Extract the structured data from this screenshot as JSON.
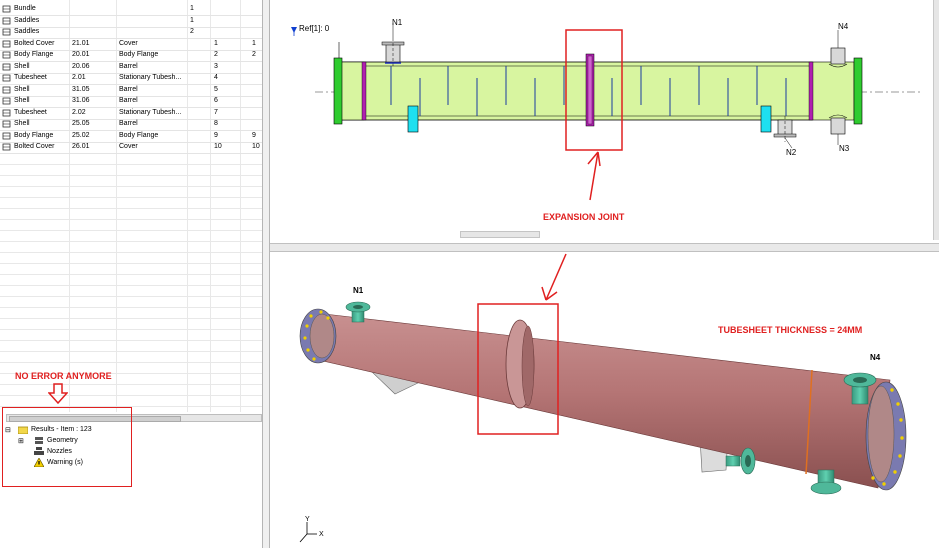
{
  "grid_rows": [
    {
      "icon": "bundle-icon",
      "name": "Bundle",
      "ref": "",
      "type": "",
      "a": "1",
      "b": "",
      "c": ""
    },
    {
      "icon": "saddles-icon",
      "name": "Saddles",
      "ref": "",
      "type": "",
      "a": "1",
      "b": "",
      "c": ""
    },
    {
      "icon": "saddles-icon",
      "name": "Saddles",
      "ref": "",
      "type": "",
      "a": "2",
      "b": "",
      "c": ""
    },
    {
      "icon": "cover-icon",
      "name": "Bolted Cover",
      "ref": "21.01",
      "type": "Cover",
      "a": "",
      "b": "1",
      "c": "1"
    },
    {
      "icon": "flange-icon",
      "name": "Body Flange",
      "ref": "20.01",
      "type": "Body Flange",
      "a": "",
      "b": "2",
      "c": "2"
    },
    {
      "icon": "shell-icon",
      "name": "Shell",
      "ref": "20.06",
      "type": "Barrel",
      "a": "",
      "b": "3",
      "c": ""
    },
    {
      "icon": "tubesheet-icon",
      "name": "Tubesheet",
      "ref": "2.01",
      "type": "Stationary Tubesh...",
      "a": "",
      "b": "4",
      "c": ""
    },
    {
      "icon": "shell-icon",
      "name": "Shell",
      "ref": "31.05",
      "type": "Barrel",
      "a": "",
      "b": "5",
      "c": ""
    },
    {
      "icon": "shell-icon",
      "name": "Shell",
      "ref": "31.06",
      "type": "Barrel",
      "a": "",
      "b": "6",
      "c": ""
    },
    {
      "icon": "tubesheet-icon",
      "name": "Tubesheet",
      "ref": "2.02",
      "type": "Stationary Tubesh...",
      "a": "",
      "b": "7",
      "c": ""
    },
    {
      "icon": "shell-icon",
      "name": "Shell",
      "ref": "25.05",
      "type": "Barrel",
      "a": "",
      "b": "8",
      "c": ""
    },
    {
      "icon": "flange-icon",
      "name": "Body Flange",
      "ref": "25.02",
      "type": "Body Flange",
      "a": "",
      "b": "9",
      "c": "9"
    },
    {
      "icon": "cover-icon",
      "name": "Bolted Cover",
      "ref": "26.01",
      "type": "Cover",
      "a": "",
      "b": "10",
      "c": "10"
    }
  ],
  "results_tree": {
    "root": "Results - Item : 123",
    "children": [
      "Geometry",
      "Nozzles",
      "Warning (s)"
    ]
  },
  "annotations": {
    "no_error": "NO ERROR ANYMORE",
    "expansion_joint": "EXPANSION JOINT",
    "tubesheet_thickness": "TUBESHEET THICKNESS = 24MM"
  },
  "drawing_2d": {
    "ref_label": "Ref[1]: 0",
    "nozzles": [
      "N1",
      "N2",
      "N3",
      "N4"
    ]
  },
  "view_3d": {
    "nozzle_labels": [
      "N1",
      "N4"
    ],
    "axis_labels": [
      "Y",
      "X"
    ]
  },
  "colors": {
    "annotation_red": "#e02020",
    "shell_green": "#d8f5a0",
    "flange_green": "#2fcc2f",
    "tubesheet_magenta": "#b020b0",
    "support_cyan": "#1ee0f0",
    "vessel_3d": "#b57575",
    "nozzle_3d": "#4fb89a"
  }
}
